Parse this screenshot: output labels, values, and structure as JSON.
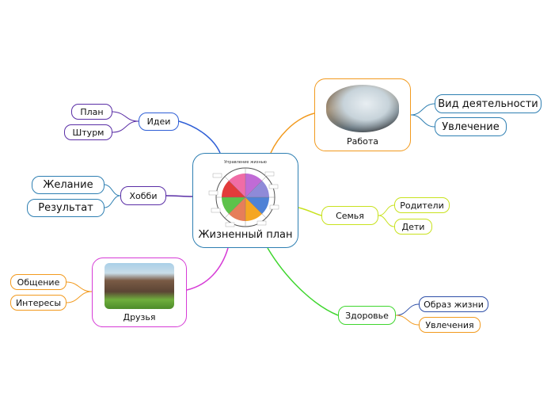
{
  "center": {
    "label": "Жизненный план",
    "image": {
      "title": "Управление жизнью"
    }
  },
  "branches": {
    "ideas": {
      "label": "Идеи",
      "color": "#2f5fd6",
      "children": [
        "План",
        "Штурм"
      ],
      "child_color": "#5a2ea6"
    },
    "hobby": {
      "label": "Хобби",
      "color": "#5a2ea6",
      "children": [
        "Желание",
        "Результат"
      ],
      "child_color": "#2e7fb2"
    },
    "friends": {
      "label": "Друзья",
      "color": "#d63bd6",
      "children": [
        "Общение",
        "Интересы"
      ],
      "child_color": "#f29a1e"
    },
    "work": {
      "label": "Работа",
      "color": "#f29a1e",
      "children": [
        "Вид деятельности",
        "Увлечение"
      ],
      "child_color": "#2e7fb2"
    },
    "family": {
      "label": "Семья",
      "color": "#c8e21e",
      "children": [
        "Родители",
        "Дети"
      ],
      "child_color": "#c8e21e"
    },
    "health": {
      "label": "Здоровье",
      "color": "#3fd62e",
      "children": [
        "Образ жизни",
        "Увлечения"
      ],
      "child_colors": [
        "#2e4fa8",
        "#f29a1e"
      ]
    }
  }
}
